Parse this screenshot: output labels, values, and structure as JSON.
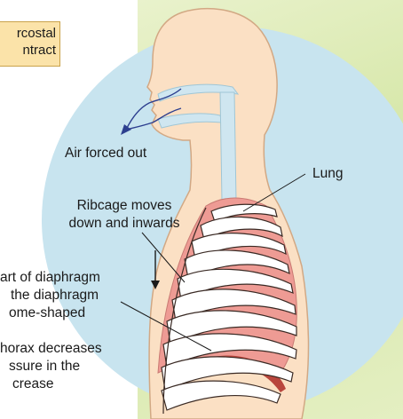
{
  "callout": {
    "line1": "rcostal",
    "line2": "ntract"
  },
  "labels": {
    "air": "Air forced out",
    "lung": "Lung",
    "ribcage_l1": "Ribcage moves",
    "ribcage_l2": "down and inwards",
    "diaphragm_l1": "art of diaphragm",
    "diaphragm_l2": "the diaphragm",
    "diaphragm_l3": "ome-shaped",
    "thorax_l1": "horax decreases",
    "thorax_l2": "ssure in the",
    "thorax_l3": "crease"
  },
  "colors": {
    "circle": "#c8e4ef",
    "skin": "#fbe0c4",
    "skin_outline": "#d2a884",
    "airway": "#cfe6f0",
    "lung": "#ee9b94",
    "lung_dark": "#c2544c",
    "rib_outline": "#3a2a24",
    "arrow": "#2d3f8f",
    "panel": "#dfecb8",
    "callout_bg": "#fbe3a9"
  }
}
